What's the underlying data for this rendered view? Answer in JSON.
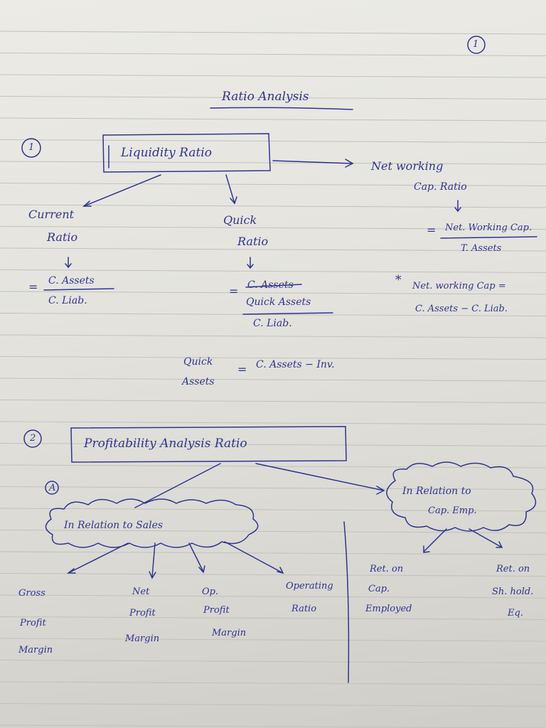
{
  "page_number": "1",
  "title": "Ratio Analysis",
  "section1": {
    "number": "1",
    "heading": "Liquidity Ratio",
    "current_ratio": {
      "name_line1": "Current",
      "name_line2": "Ratio",
      "eq": "=",
      "numerator": "C. Assets",
      "denominator": "C. Liab."
    },
    "quick_ratio": {
      "name_line1": "Quick",
      "name_line2": "Ratio",
      "eq": "=",
      "struck": "C. Assets",
      "numerator": "Quick Assets",
      "denominator": "C. Liab."
    },
    "net_working_cap": {
      "name_line1": "Net working",
      "name_line2": "Cap. Ratio",
      "eq": "=",
      "numerator": "Net. Working Cap.",
      "denominator": "T. Assets",
      "star": "*",
      "note_line1": "Net. working Cap =",
      "note_line2": "C. Assets − C. Liab."
    },
    "quick_assets": {
      "line1": "Quick",
      "line2": "Assets",
      "eq": "=",
      "formula": "C. Assets − Inv."
    }
  },
  "section2": {
    "number": "2",
    "heading": "Profitability Analysis Ratio",
    "sub_marker": "A",
    "sales_cloud": "In Relation to Sales",
    "sales_items": [
      {
        "l1": "Gross",
        "l2": "Profit",
        "l3": "Margin"
      },
      {
        "l1": "Net",
        "l2": "Profit",
        "l3": "Margin"
      },
      {
        "l1": "Op.",
        "l2": "Profit",
        "l3": "Margin"
      },
      {
        "l1": "Operating",
        "l2": "Ratio"
      }
    ],
    "cap_cloud_line1": "In Relation to",
    "cap_cloud_line2": "Cap. Emp.",
    "cap_items": [
      {
        "l1": "Ret. on",
        "l2": "Cap.",
        "l3": "Employed"
      },
      {
        "l1": "Ret. on",
        "l2": "Sh. hold.",
        "l3": "Eq."
      }
    ]
  }
}
